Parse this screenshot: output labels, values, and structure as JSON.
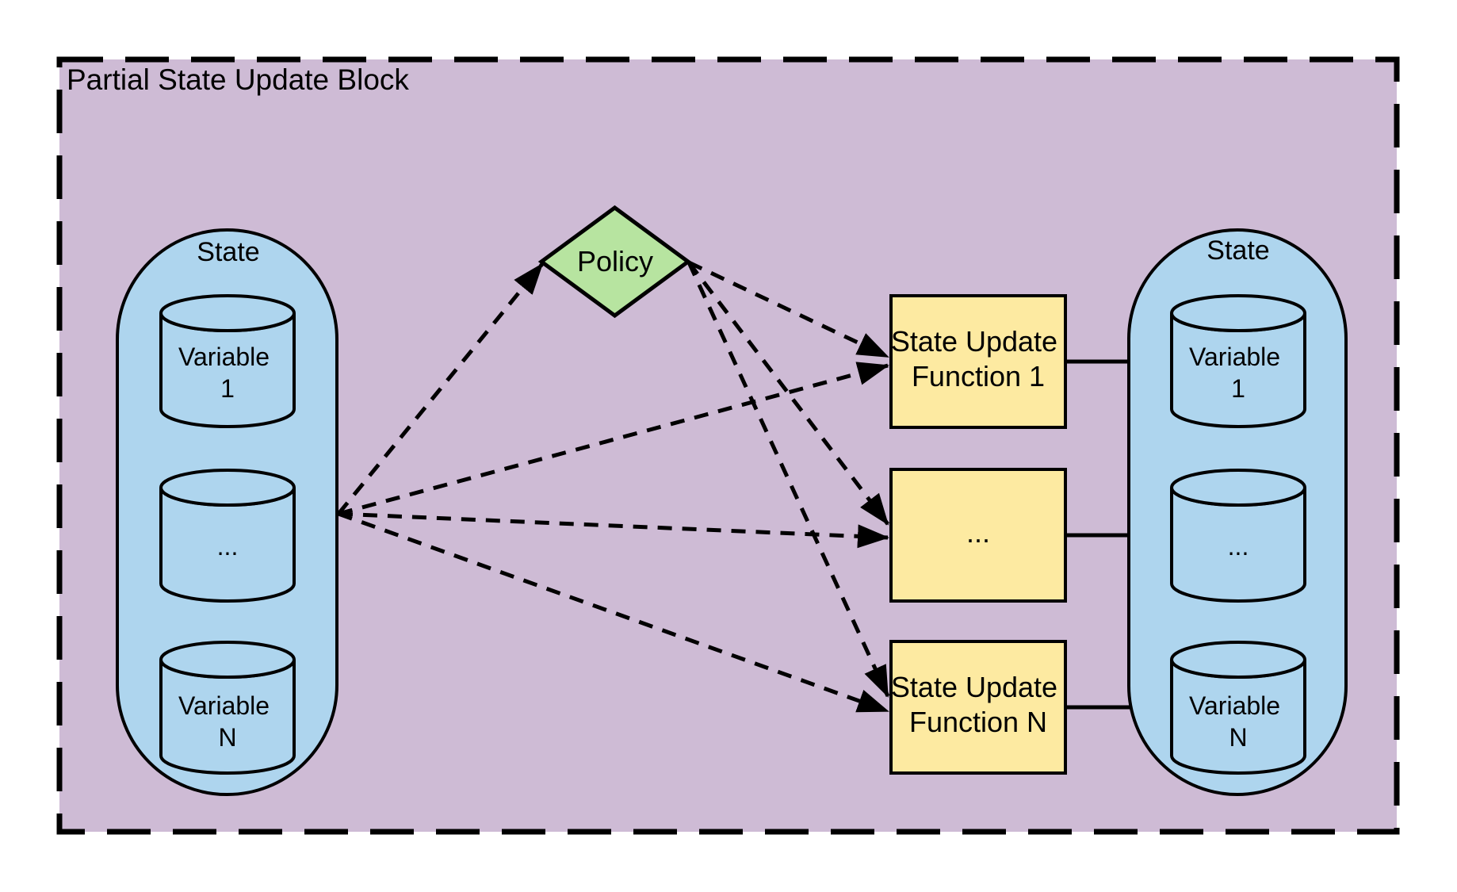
{
  "diagram": {
    "title": "Partial State Update Block",
    "colors": {
      "page_background": "#ffffff",
      "block_fill": "#cebbd5",
      "state_fill": "#aed5ee",
      "policy_fill": "#b7e4a0",
      "function_fill": "#fdeaa1",
      "line": "#000000"
    },
    "left_state": {
      "label": "State",
      "variables": [
        {
          "line1": "Variable",
          "line2": "1"
        },
        {
          "line1": "...",
          "line2": ""
        },
        {
          "line1": "Variable",
          "line2": "N"
        }
      ]
    },
    "policy": {
      "label": "Policy"
    },
    "update_functions": [
      {
        "line1": "State Update",
        "line2": "Function 1"
      },
      {
        "line1": "...",
        "line2": ""
      },
      {
        "line1": "State Update",
        "line2": "Function N"
      }
    ],
    "right_state": {
      "label": "State",
      "variables": [
        {
          "line1": "Variable",
          "line2": "1"
        },
        {
          "line1": "...",
          "line2": ""
        },
        {
          "line1": "Variable",
          "line2": "N"
        }
      ]
    }
  }
}
